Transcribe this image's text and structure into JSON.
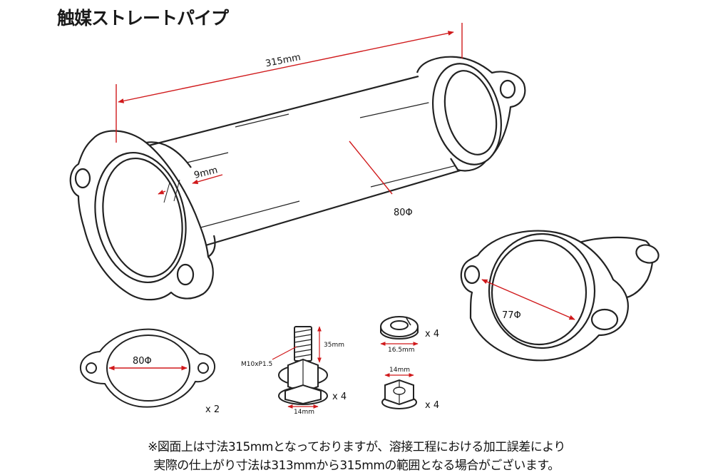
{
  "title": "触媒ストレートパイプ",
  "dimensions": {
    "length": "315mm",
    "flange_thickness": "9mm",
    "pipe_diameter": "80Φ",
    "outlet_diameter": "77Φ",
    "gasket_diameter": "80Φ",
    "bolt_length": "35mm",
    "bolt_thread": "M10xP1.5",
    "bolt_head_width": "14mm",
    "washer_width": "16.5mm",
    "nut_width": "14mm"
  },
  "quantities": {
    "gasket": "x 2",
    "bolt": "x 4",
    "washer": "x 4",
    "nut": "x 4"
  },
  "colors": {
    "outline": "#222222",
    "dimension": "#d0191b"
  },
  "note": {
    "line1": "※図面上は寸法315mmとなっておりますが、溶接工程における加工誤差により",
    "line2": "実際の仕上がり寸法は313mmから315mmの範囲となる場合がございます。"
  }
}
